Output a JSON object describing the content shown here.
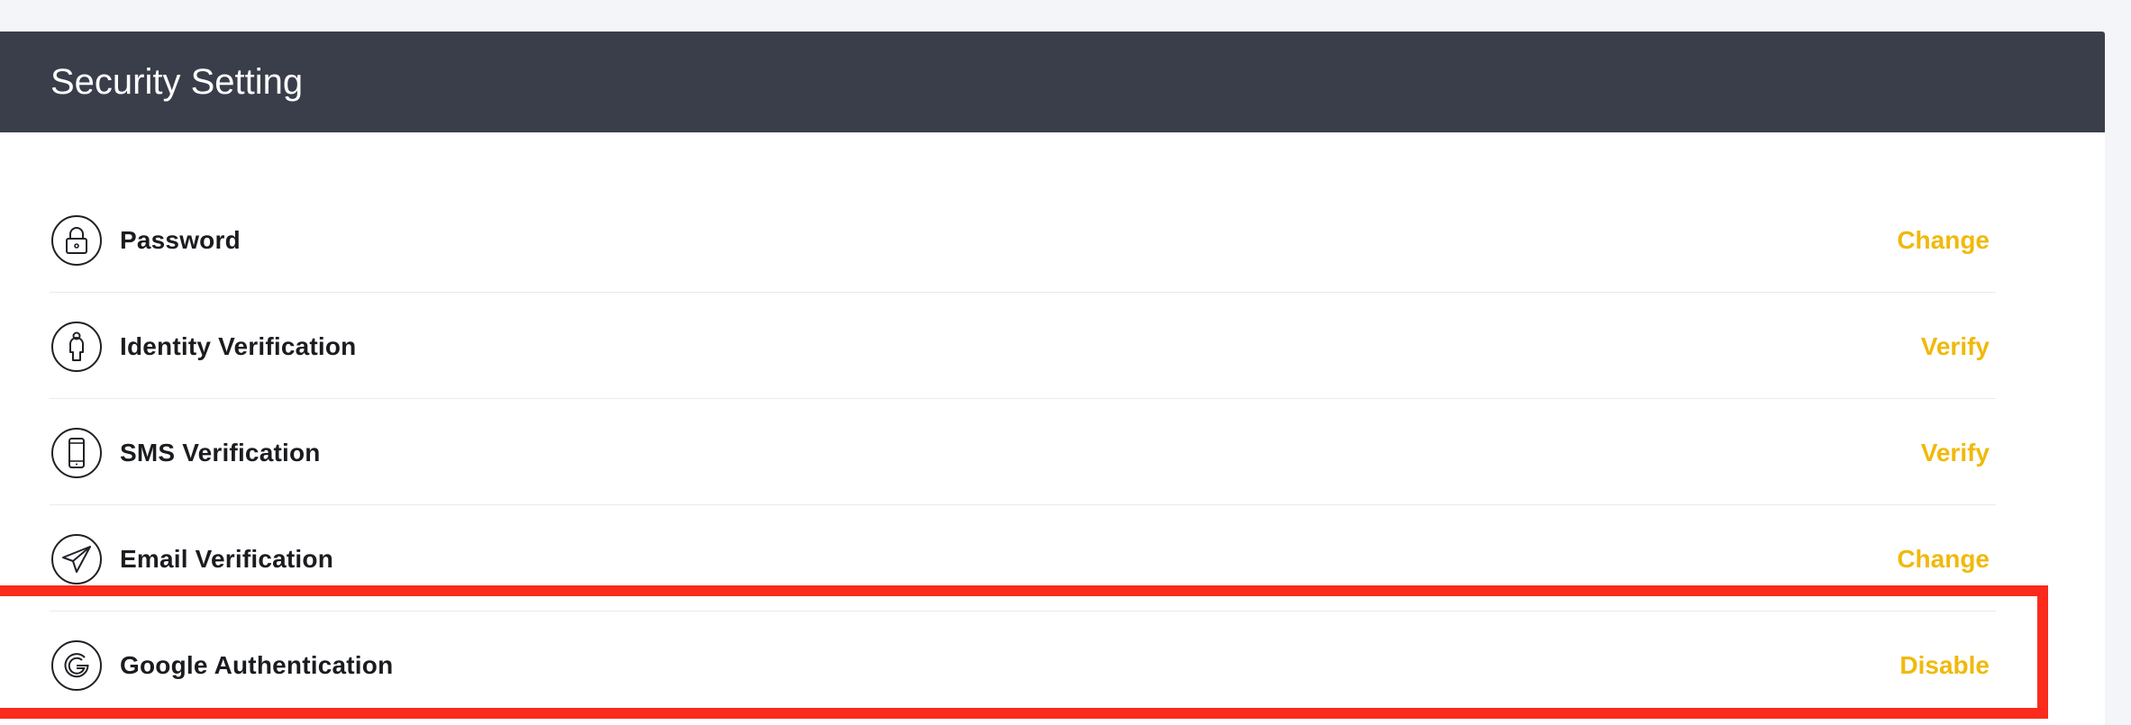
{
  "panel": {
    "title": "Security Setting"
  },
  "rows": [
    {
      "label": "Password",
      "icon": "lock-icon",
      "action": "Change"
    },
    {
      "label": "Identity Verification",
      "icon": "person-icon",
      "action": "Verify"
    },
    {
      "label": "SMS Verification",
      "icon": "phone-icon",
      "action": "Verify"
    },
    {
      "label": "Email Verification",
      "icon": "paper-plane-icon",
      "action": "Change"
    },
    {
      "label": "Google Authentication",
      "icon": "google-icon",
      "action": "Disable"
    }
  ],
  "colors": {
    "header_bg": "#3a3e4a",
    "action": "#f0b90b",
    "highlight": "#fa2a1c"
  }
}
